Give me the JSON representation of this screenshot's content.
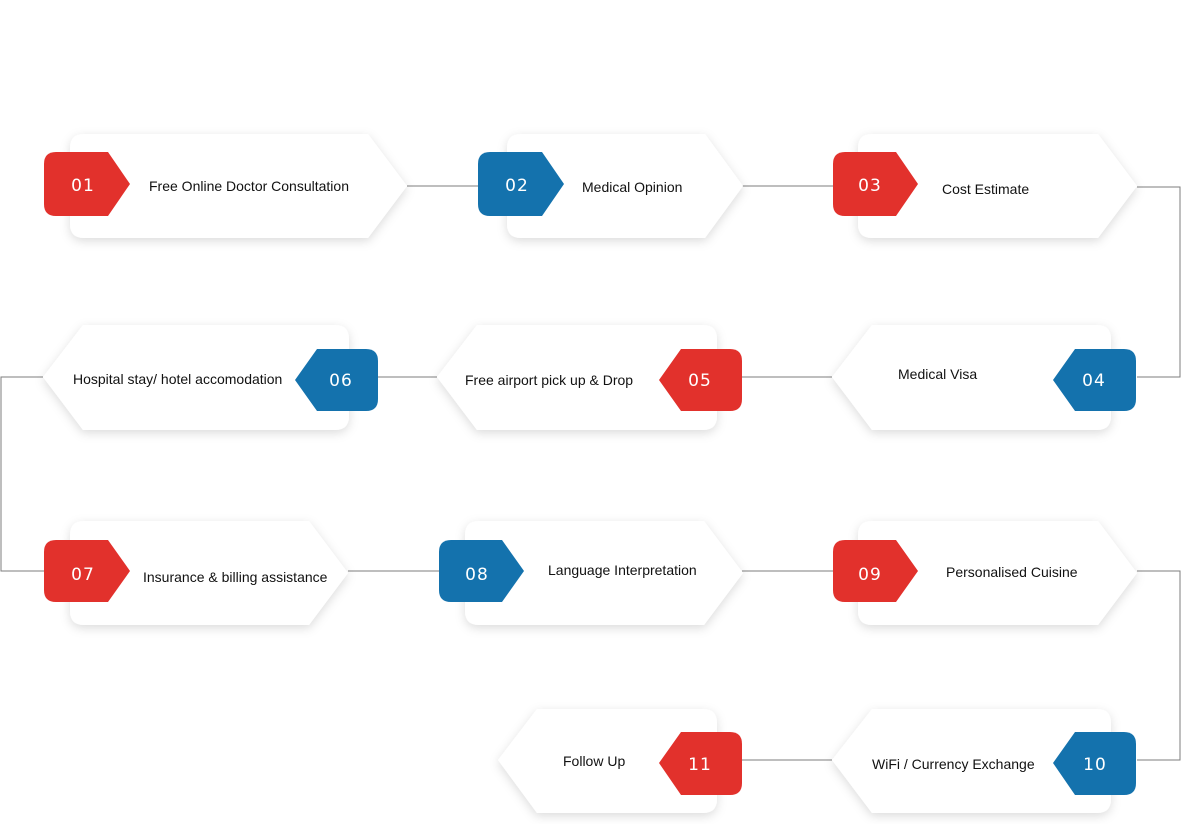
{
  "colors": {
    "red": "#e2312c",
    "blue": "#1472ad",
    "connector": "#7d7d7d",
    "card": "#ffffff"
  },
  "steps": [
    {
      "num": "01",
      "label": "Free Online Doctor Consultation",
      "color": "red"
    },
    {
      "num": "02",
      "label": "Medical Opinion",
      "color": "blue"
    },
    {
      "num": "03",
      "label": "Cost Estimate",
      "color": "red"
    },
    {
      "num": "04",
      "label": "Medical Visa",
      "color": "blue"
    },
    {
      "num": "05",
      "label": "Free airport pick up & Drop",
      "color": "red"
    },
    {
      "num": "06",
      "label": "Hospital stay/ hotel accomodation",
      "color": "blue"
    },
    {
      "num": "07",
      "label": "Insurance & billing assistance",
      "color": "red"
    },
    {
      "num": "08",
      "label": "Language Interpretation",
      "color": "blue"
    },
    {
      "num": "09",
      "label": "Personalised Cuisine",
      "color": "red"
    },
    {
      "num": "10",
      "label": "WiFi / Currency Exchange",
      "color": "blue"
    },
    {
      "num": "11",
      "label": "Follow Up",
      "color": "red"
    }
  ]
}
